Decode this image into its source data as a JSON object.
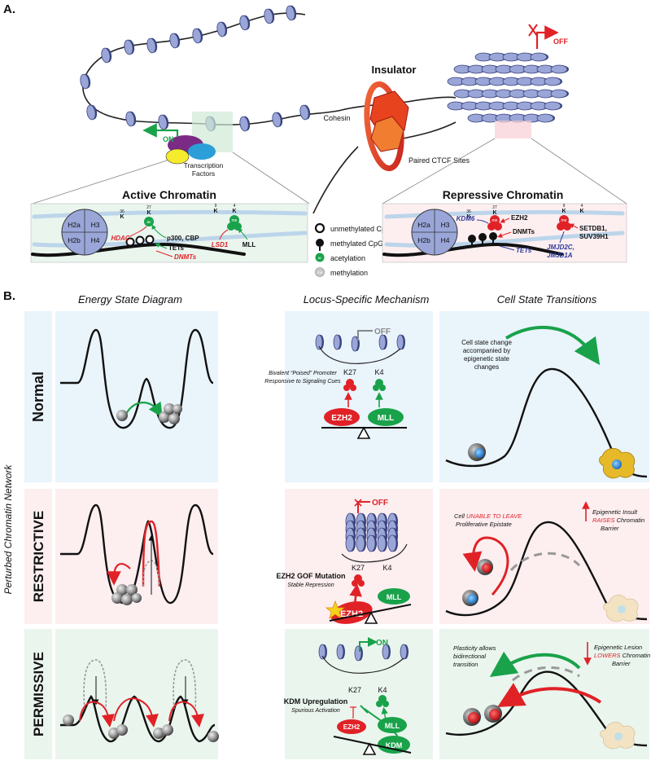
{
  "panel_a": {
    "label": "A.",
    "off_label": "OFF",
    "on_label": "ON",
    "insulator_label": "Insulator",
    "cohesin_label": "Cohesin",
    "ctcf_label": "Paired CTCF Sites",
    "tf_label_1": "Transcription",
    "tf_label_2": "Factors",
    "active": {
      "title": "Active Chromatin",
      "histones": [
        "H2a",
        "H3",
        "H2b",
        "H4"
      ],
      "k27_num": "27",
      "k36_num": "36",
      "k9_num": "9",
      "k4_num": "4",
      "k_letter": "K",
      "ac": "ac",
      "me": "me",
      "hdac": "HDAC",
      "p300": "p300, CBP",
      "tets": "TETs",
      "dnmts": "DNMTs",
      "lsd1": "LSD1",
      "mll": "MLL"
    },
    "legend": [
      {
        "icon": "open-circle",
        "label": "unmethylated CpG"
      },
      {
        "icon": "lollipop",
        "label": "methylated CpG"
      },
      {
        "icon": "ac-badge",
        "label": "acetylation"
      },
      {
        "icon": "me-badge",
        "label": "methylation"
      }
    ],
    "repressive": {
      "title": "Repressive Chromatin",
      "histones": [
        "H2a",
        "H3",
        "H2b",
        "H4"
      ],
      "kdm6": "KDM6",
      "ezh2": "EZH2",
      "dnmts": "DNMTs",
      "tets": "TETs",
      "setdb1_1": "SETDB1,",
      "setdb1_2": "SUV39H1",
      "jmjd_1": "JMJD2C,",
      "jmjd_2": "JMJD1A"
    }
  },
  "panel_b": {
    "label": "B.",
    "side_label": "Perturbed Chromatin Network",
    "col_headers": [
      "Energy State Diagram",
      "Locus-Specific Mechanism",
      "Cell State Transitions"
    ],
    "rows": [
      {
        "name": "Normal",
        "mech": {
          "off": "OFF",
          "caption_1": "Bivalent “Poised” Promoter",
          "caption_2": "Responsive to Signaling Cues",
          "k27": "K27",
          "k4": "K4",
          "left_enzyme": "EZH2",
          "right_enzyme": "MLL"
        },
        "cell": {
          "note_1": "Cell state change",
          "note_2": "accompanied by",
          "note_3": "epigenetic state",
          "note_4": "changes"
        }
      },
      {
        "name": "RESTRICTIVE",
        "mech": {
          "off": "OFF",
          "caption_1": "EZH2 GOF Mutation",
          "caption_2": "Stable Repression",
          "k27": "K27",
          "k4": "K4",
          "left_enzyme": "EZH2",
          "right_enzyme": "MLL"
        },
        "cell": {
          "left_1a": "Cell ",
          "left_1b": "UNABLE TO LEAVE",
          "left_2": "Proliferative Epistate",
          "right_1": "Epigenetic Insult",
          "right_2a": "RAISES",
          "right_2b": " Chromatin",
          "right_3": "Barrier"
        }
      },
      {
        "name": "PERMISSIVE",
        "mech": {
          "on": "ON",
          "caption_1": "KDM Upregulation",
          "caption_2": "Spurious Activation",
          "k27": "K27",
          "k4": "K4",
          "left_enzyme": "EZH2",
          "right_enzyme": "MLL",
          "kdm": "KDM"
        },
        "cell": {
          "left_1": "Plasticity allows",
          "left_2": "bidirectional",
          "left_3": "transition",
          "right_1": "Epigenetic Lesion",
          "right_2a": "LOWERS",
          "right_2b": " Chromatin",
          "right_3": "Barrier"
        }
      }
    ]
  },
  "colors": {
    "nucleosome": "#9aa6d8",
    "nucleosome_dark": "#39437e",
    "active_bg": "#eaf5ee",
    "repress_bg": "#fdeef0",
    "normal_bg": "#e9f4fb",
    "green": "#19a24a",
    "red": "#e02227",
    "dark_red": "#b5121b",
    "blue_text": "#2b3a9b"
  }
}
